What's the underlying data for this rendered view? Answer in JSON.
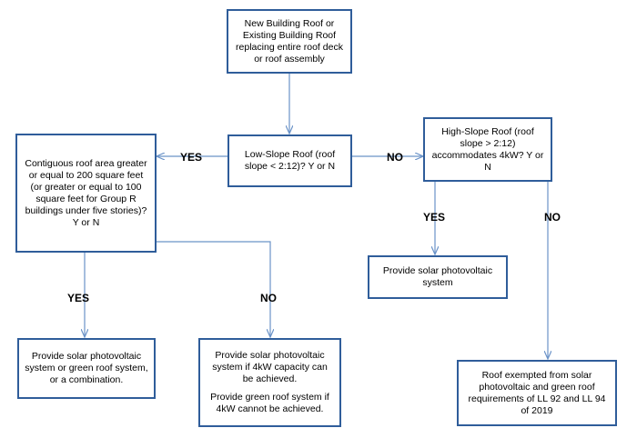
{
  "nodes": {
    "start": "New Building Roof or Existing Building Roof replacing entire roof deck or roof assembly",
    "low_slope": "Low-Slope Roof (roof slope < 2:12)? Y or N",
    "contiguous": "Contiguous roof area greater or equal to 200 square feet (or greater or equal to 100 square feet for Group R buildings under five stories)? Y or N",
    "high_slope": "High-Slope Roof (roof slope > 2:12) accommodates 4kW? Y or N",
    "pv_or_green": "Provide solar photovoltaic system or green roof system, or a combination.",
    "pv_if_4kw": "Provide solar photovoltaic system if 4kW capacity can be achieved.",
    "green_if_not": "Provide green roof system if 4kW cannot be achieved.",
    "pv_system": "Provide solar photovoltaic system",
    "exempt": "Roof exempted from solar photovoltaic and green roof requirements of LL 92 and LL 94 of 2019"
  },
  "labels": {
    "yes_low_to_contig": "YES",
    "no_low_to_high": "NO",
    "yes_contig": "YES",
    "no_contig": "NO",
    "yes_high": "YES",
    "no_high": "NO"
  },
  "colors": {
    "box_border": "#2f5d9a",
    "connector": "#6b93c8"
  }
}
